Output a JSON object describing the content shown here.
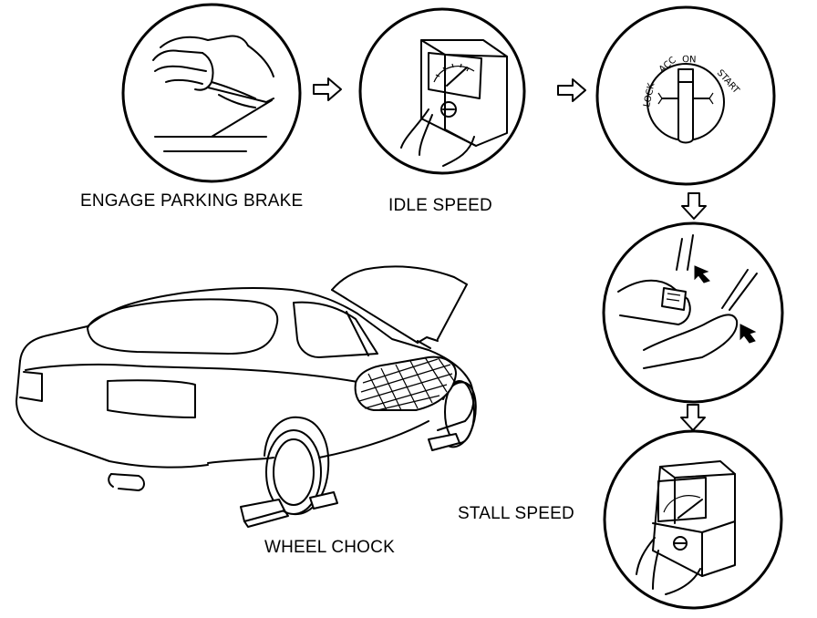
{
  "labels": {
    "step_parking_brake": "ENGAGE PARKING BRAKE",
    "step_idle_speed": "IDLE SPEED",
    "step_stall_speed": "STALL SPEED",
    "wheel_chock": "WHEEL CHOCK"
  },
  "ignition_switch": {
    "positions": [
      "LOCK",
      "ACC",
      "ON",
      "START"
    ]
  },
  "icons": {
    "flow_arrow_right": "hollow-arrow-right-icon",
    "flow_arrow_down": "hollow-arrow-down-icon"
  },
  "colors": {
    "line": "#000000",
    "background": "#ffffff"
  }
}
